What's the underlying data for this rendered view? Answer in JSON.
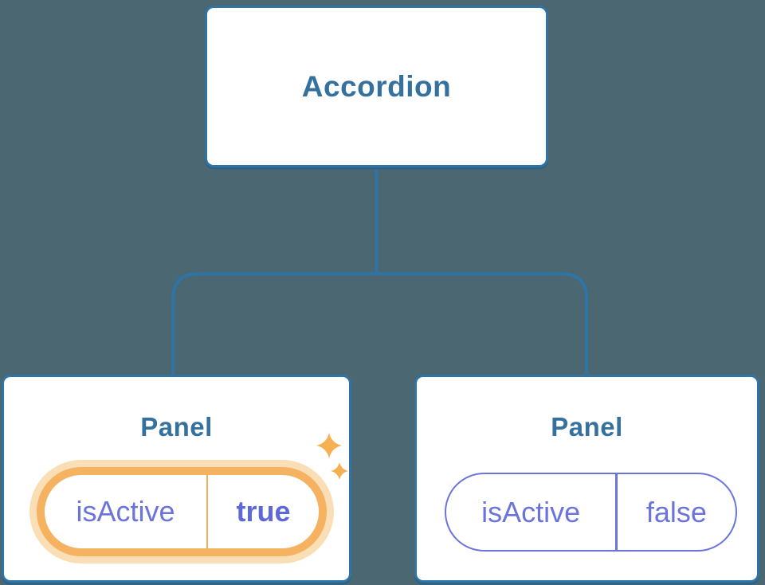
{
  "diagram": {
    "description": "React component tree diagram: Accordion parent with two Panel children receiving isActive prop",
    "root": {
      "label": "Accordion"
    },
    "panels": [
      {
        "title": "Panel",
        "prop": {
          "name": "isActive",
          "value": "true"
        },
        "highlighted": true
      },
      {
        "title": "Panel",
        "prop": {
          "name": "isActive",
          "value": "false"
        },
        "highlighted": false
      }
    ],
    "icons": [
      {
        "name": "sparkle-icon",
        "meaning": "state changed / active highlight"
      }
    ],
    "colors": {
      "background": "#4A6772",
      "node_border": "#3074A3",
      "node_fill": "#FFFFFF",
      "node_text": "#35719F",
      "connector": "#2F74A5",
      "prop_purple": "#6B74DB",
      "prop_value_bold": "#5E68D6",
      "active_ring": "#F5B261",
      "active_halo": "#FADFB6",
      "sparkle": "#F6B052"
    }
  }
}
